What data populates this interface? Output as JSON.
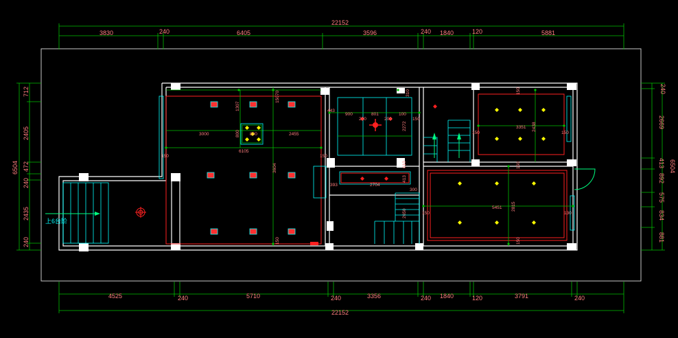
{
  "drawing": {
    "top_dims": {
      "total": "22152",
      "segments": [
        "3830",
        "240",
        "6405",
        "3596",
        "240",
        "1840",
        "120",
        "5881"
      ]
    },
    "bottom_dims": {
      "total": "22152",
      "segments": [
        "4525",
        "240",
        "5710",
        "240",
        "3356",
        "240",
        "1840",
        "120",
        "3791",
        "240"
      ]
    },
    "left_dims": {
      "total": "6504",
      "segments": [
        "712",
        "2405",
        "472",
        "240",
        "2435",
        "240"
      ]
    },
    "right_dims": {
      "total": "6504",
      "segments": [
        "240",
        "2669",
        "413",
        "892",
        "575",
        "834",
        "881"
      ]
    },
    "room_labels": {
      "living_w": "6105",
      "living_h": "3604",
      "living_a": "3000",
      "living_b": "2455",
      "living_c": "1307",
      "living_d": "800",
      "living_e": "800",
      "living_f": "150",
      "living_g": "150",
      "living_h2": "150",
      "living_i": "15070",
      "mid_a": "900",
      "mid_b": "801",
      "mid_c": "200",
      "mid_d": "200",
      "mid_e": "100",
      "mid_f": "2272",
      "mid_g": "150",
      "mid_h": "443",
      "mid_i": "310",
      "counter_a": "2704",
      "counter_b": "393",
      "counter_c": "610",
      "counter_d": "413",
      "counter_e": "300",
      "counter_f": "2650",
      "room_tr_w": "3351",
      "room_tr_h": "2438",
      "room_tr_a": "150",
      "room_tr_b": "150",
      "room_br_w": "5451",
      "room_br_h": "2815",
      "room_br_a": "150",
      "room_br_b": "150",
      "room_br_c": "150",
      "room_br_d": "130",
      "room_br_e": "150"
    },
    "stair_note": "上6台阶"
  }
}
